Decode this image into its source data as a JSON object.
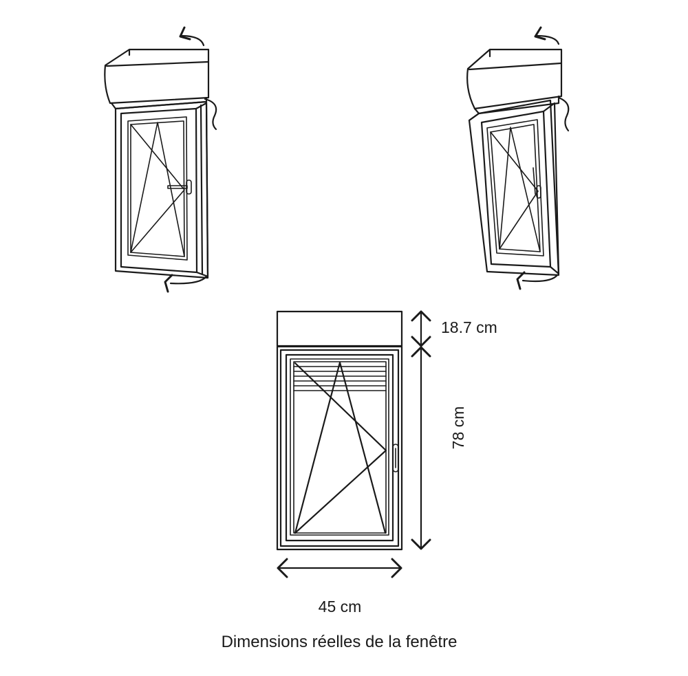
{
  "dimensions": {
    "box_height": "18.7 cm",
    "window_height": "78 cm",
    "window_width": "45 cm"
  },
  "caption": "Dimensions réelles de la fenêtre",
  "icons": {
    "rotate_arrow": "curved-rotate-arrow-icon",
    "double_arrow": "double-headed-arrow-icon",
    "handle": "window-handle-icon"
  }
}
